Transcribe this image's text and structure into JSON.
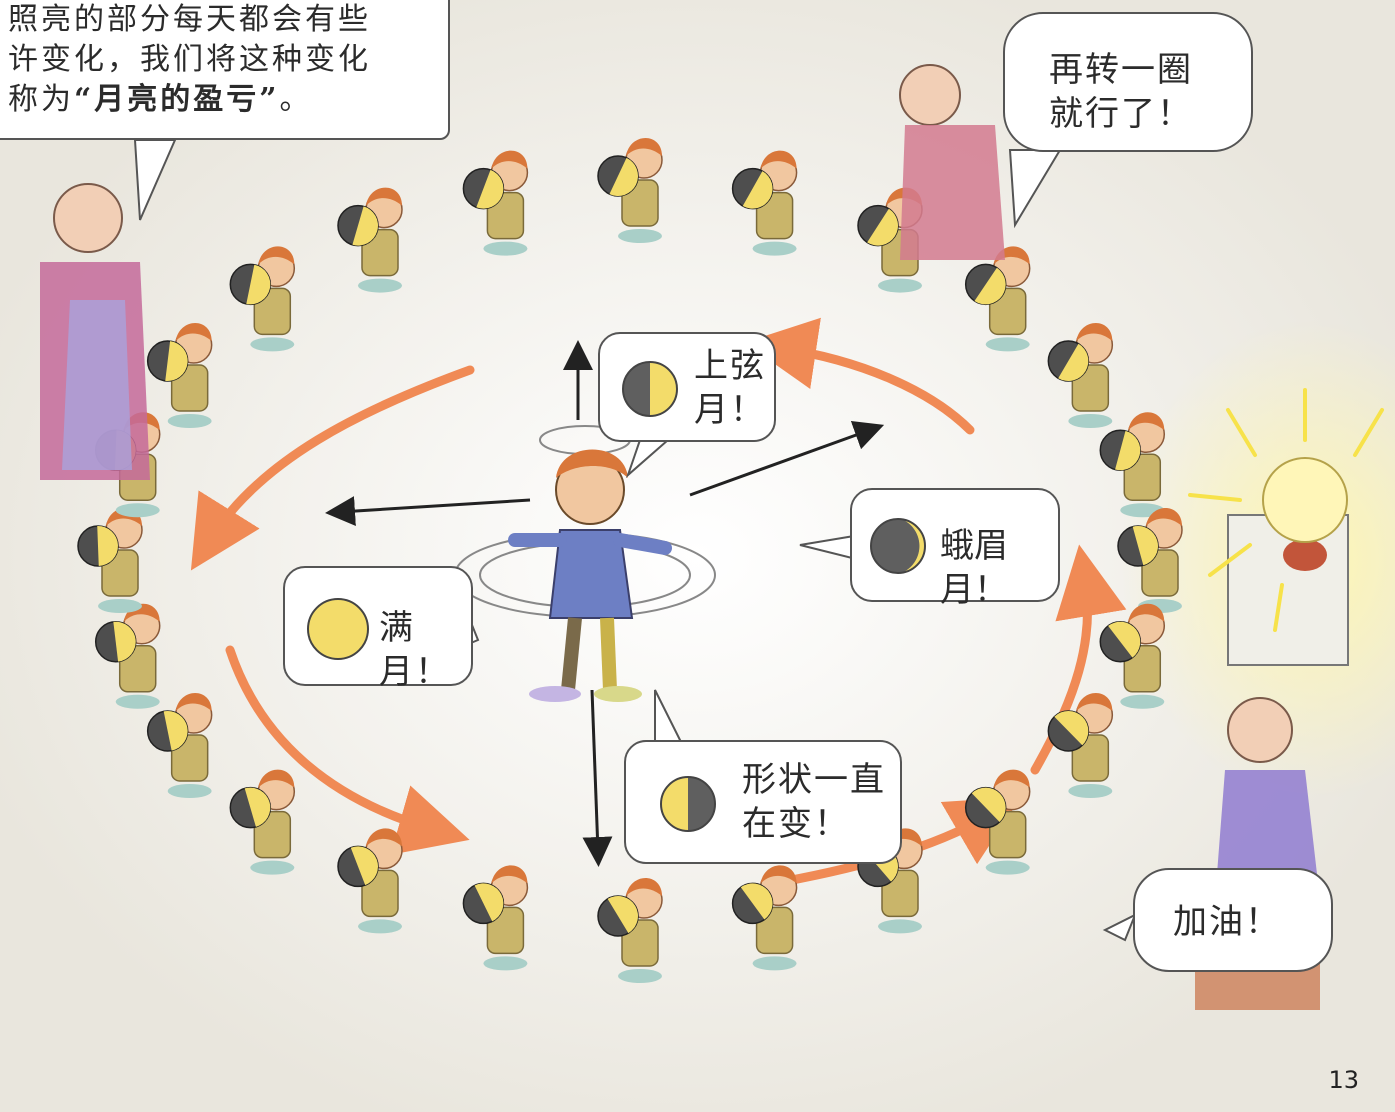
{
  "narration": {
    "line1": "照亮的部分每天都会有些",
    "line2": "许变化，我们将这种变化",
    "line3_prefix": "称为",
    "line3_em": "“月亮的盈亏”",
    "line3_suffix": "。"
  },
  "bubbles": {
    "grandma_top": [
      "再转一圈",
      "就行了！"
    ],
    "first_quarter": [
      "上弦",
      "月！"
    ],
    "crescent": "蛾眉月！",
    "full_moon": "满月！",
    "changing": [
      "形状一直",
      "在变！"
    ],
    "cheer": "加油！"
  },
  "page_number": "13",
  "colors": {
    "moon_lit": "#f3dc6a",
    "moon_dark": "#5f5f5f",
    "arrow_orange": "#f08a55",
    "lamp_glow": "#f7e24a"
  }
}
